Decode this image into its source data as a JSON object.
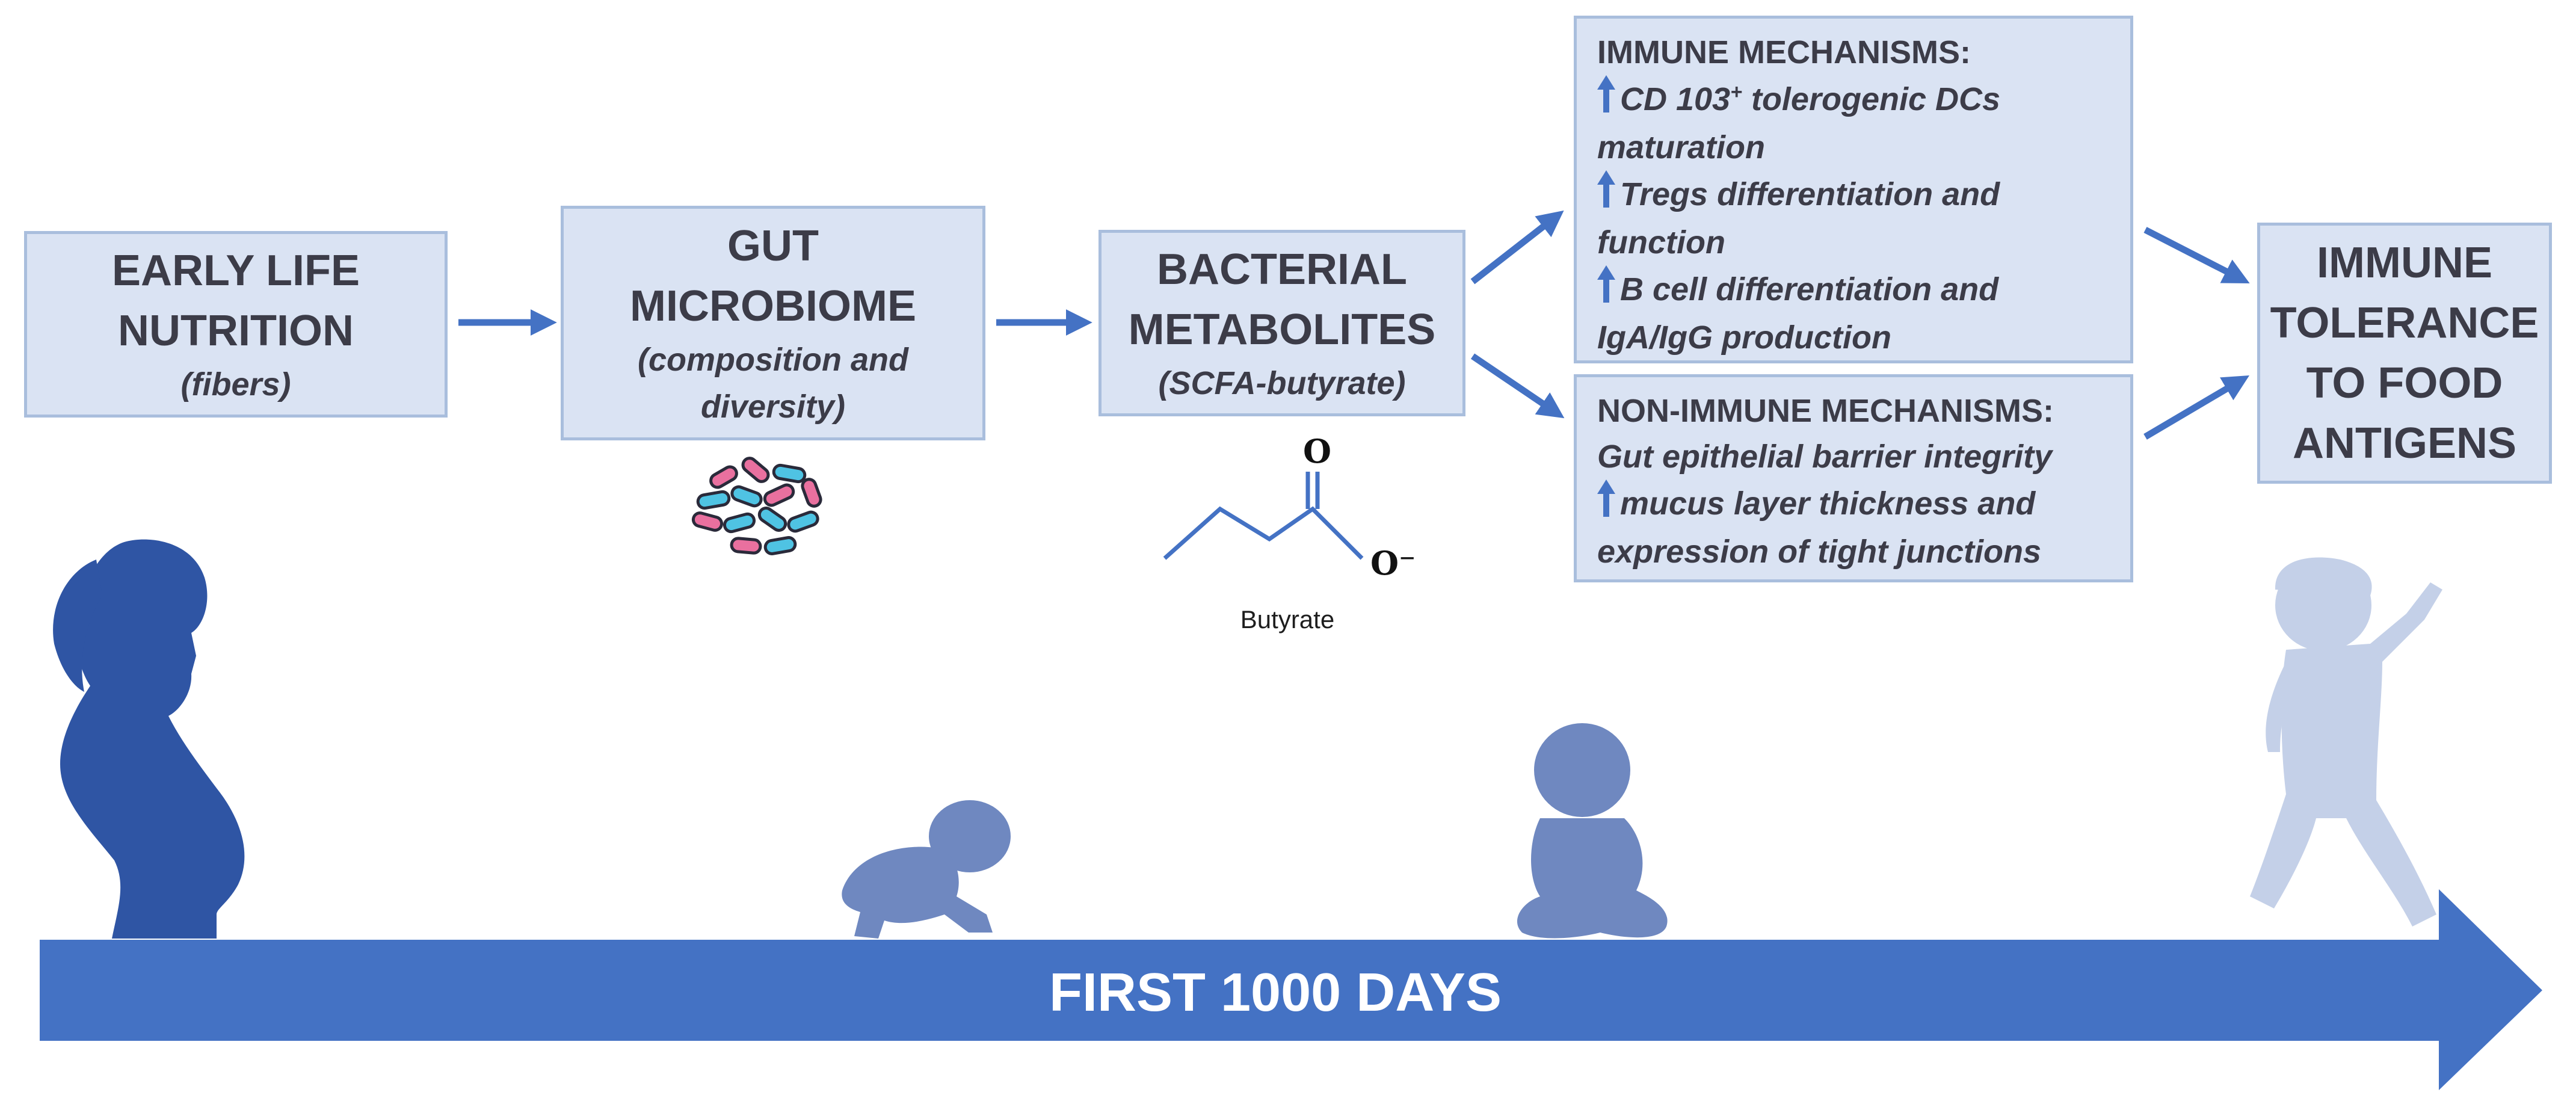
{
  "boxes": {
    "nutrition": {
      "title_1": "EARLY LIFE",
      "title_2": "NUTRITION",
      "subtitle": "(fibers)"
    },
    "microbiome": {
      "title_1": "GUT",
      "title_2": "MICROBIOME",
      "subtitle_1": "(composition and",
      "subtitle_2": "diversity)"
    },
    "metabolites": {
      "title_1": "BACTERIAL",
      "title_2": "METABOLITES",
      "subtitle": "(SCFA-butyrate)"
    },
    "immune": {
      "heading": "IMMUNE MECHANISMS:",
      "item1_a": "CD 103",
      "item1_sup": "+",
      "item1_b": " tolerogenic DCs",
      "item1_c": "maturation",
      "item2_a": "Tregs differentiation and",
      "item2_b": "function",
      "item3_a": "B cell differentiation and",
      "item3_b": "IgA/IgG production"
    },
    "non_immune": {
      "heading": "NON-IMMUNE MECHANISMS:",
      "line1": "Gut epithelial barrier integrity",
      "line2": "mucus layer thickness and",
      "line3": "expression of tight junctions"
    },
    "tolerance": {
      "line1": "IMMUNE",
      "line2": "TOLERANCE",
      "line3": "TO FOOD",
      "line4": "ANTIGENS"
    }
  },
  "molecule": {
    "label": "Butyrate",
    "atom_o": "O",
    "atom_o_minus": "O⁻"
  },
  "timeline": {
    "label": "FIRST 1000 DAYS"
  },
  "colors": {
    "box_fill": "#dae3f3",
    "box_border": "#a9bedd",
    "arrow": "#4472c4",
    "timeline": "#4472c4",
    "mother": "#2f55a4",
    "baby": "#6f88c0",
    "child": "#c4d0e8"
  },
  "icons": {
    "up_arrow": "up-arrow-icon",
    "bacteria": "bacteria-icon",
    "mother": "pregnant-woman-icon",
    "crawling_baby": "crawling-baby-icon",
    "sitting_toddler": "toddler-icon",
    "child": "waving-child-icon"
  }
}
